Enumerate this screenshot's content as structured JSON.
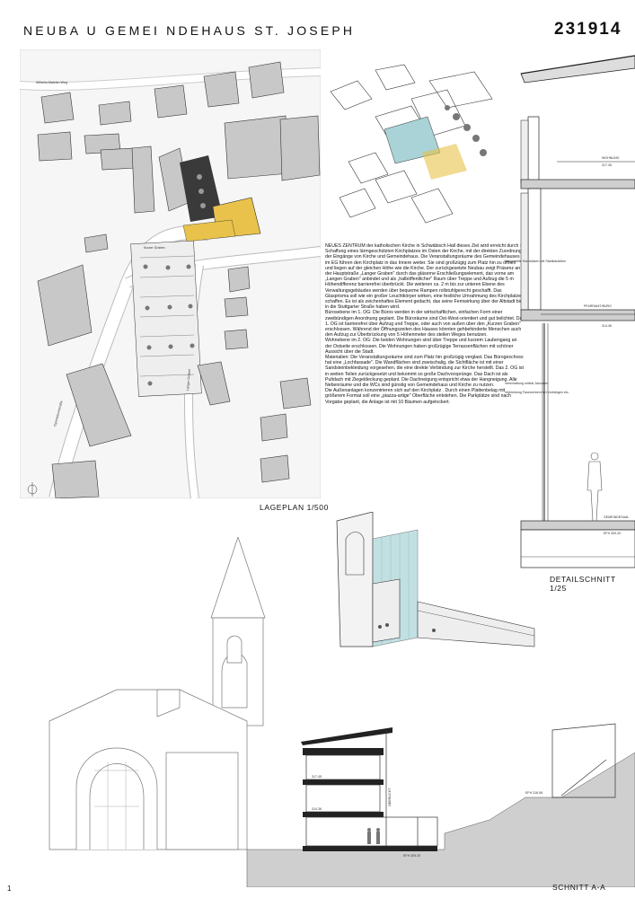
{
  "header": {
    "title": "NEUBA U GEMEI NDEHAUS ST. JOSEPH",
    "number": "231914"
  },
  "site_plan": {
    "caption": "LAGEPLAN 1/500",
    "street_labels": [
      "Wilhelm-Malchin-Weg",
      "Kurzer Graben",
      "Langer Graben",
      "Gymnasiumstraße"
    ]
  },
  "detail_section": {
    "caption": "DETAILSCHNITT 1/25",
    "labels": {
      "wohnung": "WOHNUNG",
      "level_top": "317.45",
      "pfarramt": "PFARRAMT/BÜRO",
      "level_mid": "314.36",
      "gemeindesaal": "GEMEINDESAAL",
      "level_bottom": "EFH 309.20"
    },
    "notes": [
      "Vorgestellte Holzstützen mit Stahlbauteilen",
      "Verschattung mittels Jalousien",
      "Verkleidung Faserzement bei Vorhängen etc."
    ]
  },
  "section": {
    "caption": "SCHNITT A-A",
    "level_labels": [
      "317.45",
      "314.36",
      "EFH 309.20",
      "EFH 316.56"
    ],
    "oberlicht": "OBERLICHT"
  },
  "description": {
    "paragraphs": [
      "NEUES ZENTRUM der katholischen Kirche in Schwäbisch Hall dieses Ziel wird erreicht durch : Schaffung eines lärmgeschützten Kirchplatzes im Osten der Kirche, mit der direkten Zuordnung der Eingänge von Kirche und Gemeindehaus. Die Veranstaltungsräume des Gemeindehauses im EG führen den Kirchplatz in das Innere weiter. Sie sind großzügig zum Platz hin zu öffnen und liegen auf der gleichen Höhe wie die Kirche. Der zurückgesetzte Neubau zeigt Präsenz an der Hauptstraße „Langer Graben\" durch das gläserne Erschließungselement, das vorne am „Langen Graben\" anbindet und als „halböffentlicher\" Raum über Treppe und Aufzug die 5 m Höhendifferenz barrierefrei überbrückt. Die weiteren ca. 2 m bis zur unteren Ebene des Verwaltungsgebäudes werden über bequeme Rampen rollstuhlgerecht geschafft. Das Glasprisma soll wie ein großer Leuchtkörper wirken, eine festliche Umrahmung des Kirchplatzes schaffen. Es ist als zeichenhaftes Element gedacht, das seine Fernwirkung über der Altstadt bis in die Stuttgarter Straße haben wird.",
      "Bürosebene im 1. OG: Die Büros werden in der wirtschaftlichen, einfachen Form einer zweibündigen Anordnung geplant. Die Büroräume sind Ost-West-orientiert und gut belichtet. Das 1. OG ist barrierefrei über Aufzug und Treppe, oder auch von außen über den „Kurzen Graben\" erschlossen. Während der Öffnungszeiten des Hauses könnten gehbehinderte Menschen auch den Aufzug zur Überbrückung von 5 Höhenmeter des steilen Weges benutzen.",
      "Wohnebene im 2. OG: Die beiden Wohnungen sind über Treppe und kurzem Laubengang an der Ostseite erschlossen. Die Wohnungen haben großzügige Terrassenflächen mit schöner Aussicht über die Stadt.",
      "Materialien: Die Veranstaltungsräume sind zum Platz hin großzügig verglast. Das Bürogeschoss hat eine „Lochfassade\". Die Wandflächen sind zweischalig, die Sichtfläche ist mit einer Sandsteinbekleidung vorgesehen, die eine direkte Verbindung zur Kirche herstellt. Das 2. OG ist in weiten Teilen zurückgesetzt und bekommt so große Dachvorsprünge. Das Dach ist als Pultdach mit Ziegeldeckung geplant. Die Dachneigung entspricht etwa der Hangneigung. Alle Nebenräume und die WCs sind günstig von Gemeindehaus und Kirche zu nutzen.",
      "Die Außenanlagen konzentrieren sich auf den Kirchplatz . Durch einen Plattenbelag mit größerem Format soll eine „piazza-artige\" Oberfläche entstehen. Die Parkplätze sind nach Vorgabe geplant, die Anlage ist mit 10 Bäumen aufgelockert."
    ]
  },
  "footer": {
    "page_number": "1"
  },
  "colors": {
    "ink": "#111111",
    "plaza_yellow": "#e8c24a",
    "glass_blue": "#a9d3d6"
  }
}
